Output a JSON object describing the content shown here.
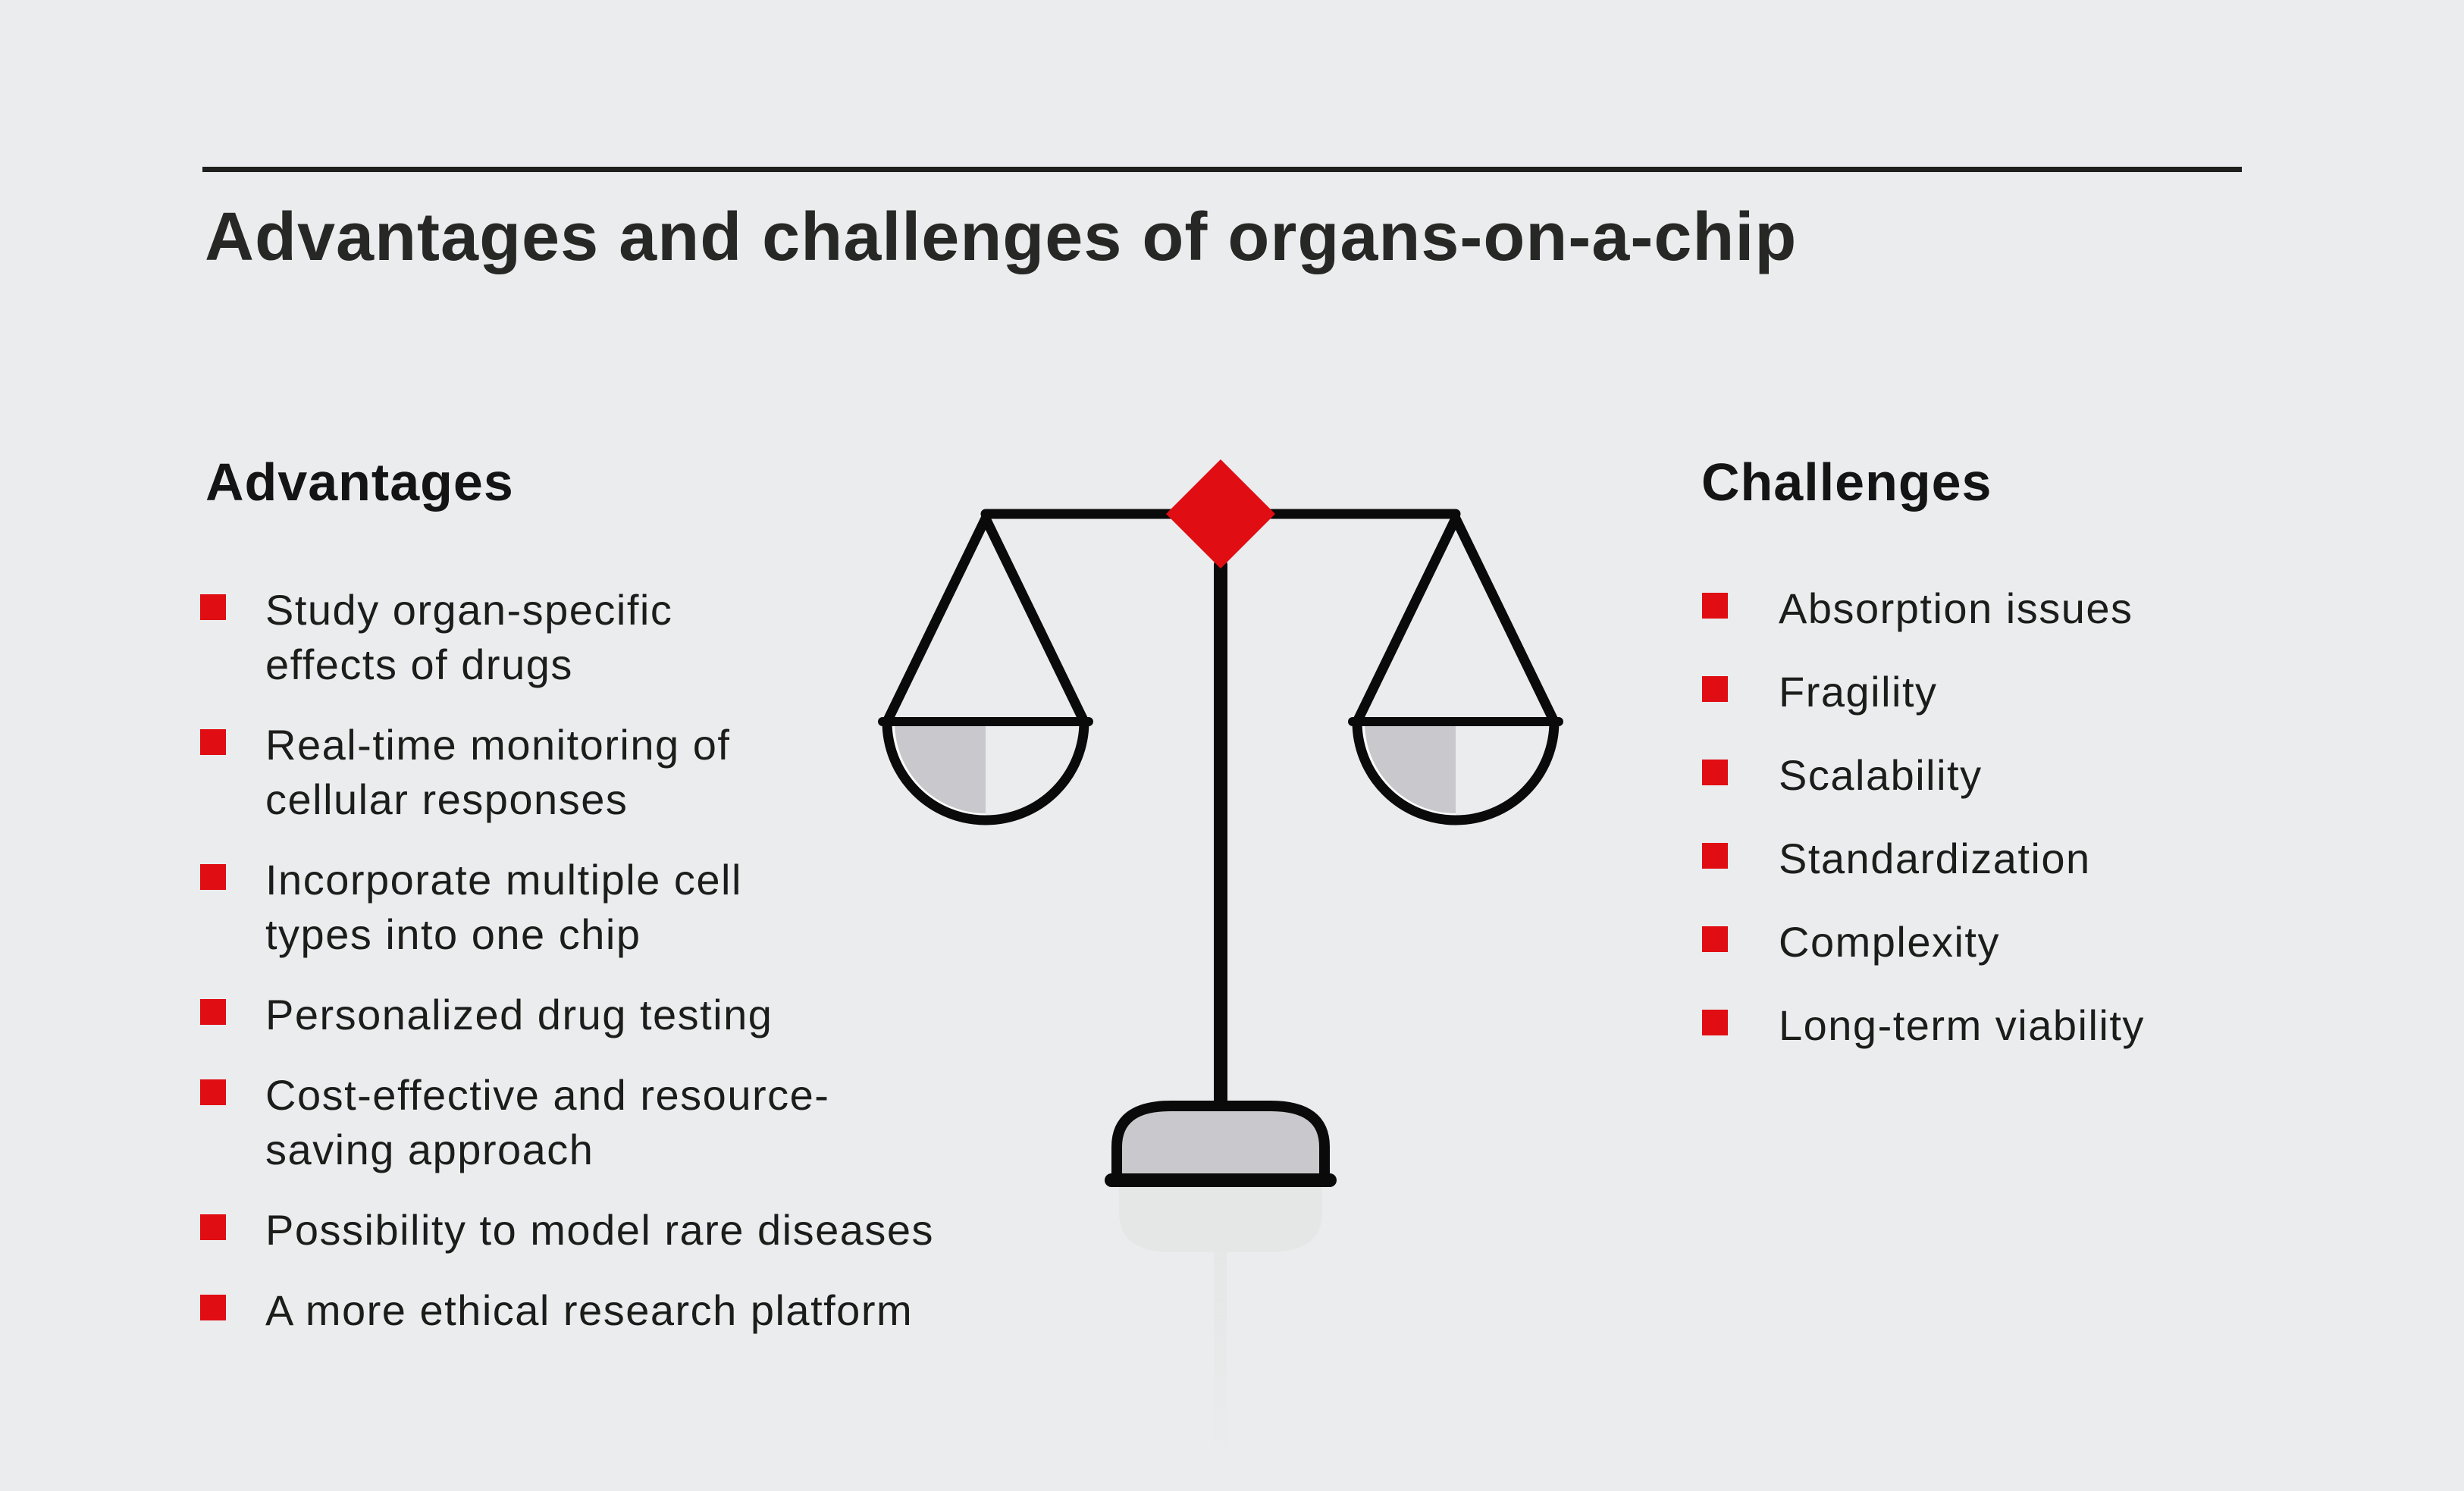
{
  "page": {
    "background_color": "#ebecee",
    "kind": "infographic"
  },
  "header": {
    "title": "Advantages and challenges of organs-on-a-chip"
  },
  "advantages": {
    "heading": "Advantages",
    "items": [
      "Study organ-specific\neffects of drugs",
      "Real-time monitoring of\ncellular responses",
      "Incorporate multiple cell\ntypes into one chip",
      "Personalized drug testing",
      "Cost-effective and resource-\nsaving approach",
      "Possibility to model rare diseases",
      "A more ethical research platform"
    ]
  },
  "challenges": {
    "heading": "Challenges",
    "items": [
      "Absorption issues",
      "Fragility",
      "Scalability",
      "Standardization",
      "Complexity",
      "Long-term viability"
    ]
  },
  "illustration": {
    "name": "balance-scale",
    "description": "Balanced two-pan scale with red diamond pivot, gray quarter-filled pans, gray rounded base and faint reflection"
  },
  "colors": {
    "background": "#ebecee",
    "accent_red": "#e00d13",
    "ink_black": "#0a0a0a",
    "text": "#1c1c1a",
    "gray_fill": "#c9c9cd",
    "reflection": "#e3e6e4"
  }
}
